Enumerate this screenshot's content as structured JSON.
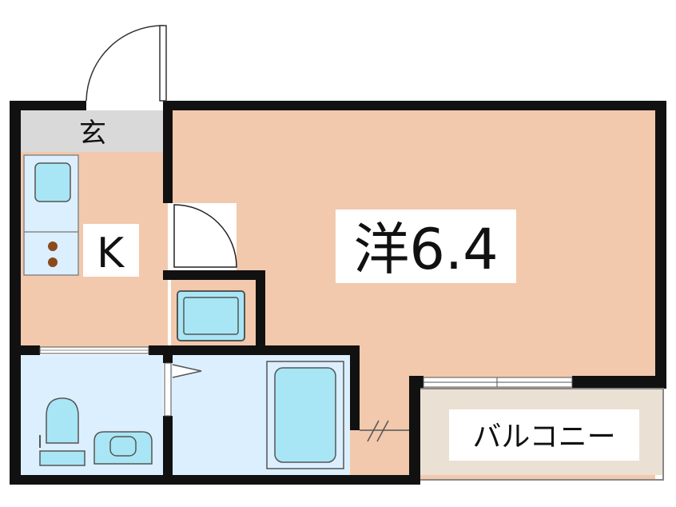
{
  "floor_plan": {
    "rooms": {
      "entrance": "玄",
      "kitchen": "K",
      "western_room": "洋6.4",
      "balcony": "バルコニー"
    },
    "colors": {
      "wall": "#111111",
      "room_floor": "#f2c9ad",
      "entrance_floor": "#d9d9d9",
      "wet_area": "#dcefff",
      "fixture": "#a8e6f5",
      "balcony_floor": "#ebe0d4",
      "stove_burner": "#8a4a1c"
    }
  }
}
